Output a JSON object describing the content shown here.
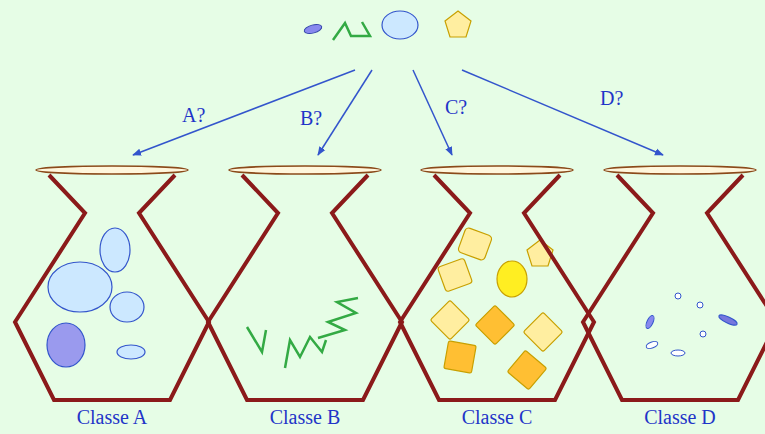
{
  "diagram": {
    "nodes": [
      {
        "text": []
      },
      {
        "text": [
          "Classe A"
        ]
      },
      {
        "text": [
          "Classe B"
        ]
      },
      {
        "text": [
          "Classe C"
        ]
      },
      {
        "text": [
          "Classe D"
        ]
      }
    ],
    "edges": [
      {
        "from": 0,
        "to": 1,
        "arrow": "to",
        "label": "A?"
      },
      {
        "from": 0,
        "to": 2,
        "arrow": "to",
        "label": "B?"
      },
      {
        "from": 0,
        "to": 3,
        "arrow": "to",
        "label": "C?"
      },
      {
        "from": 0,
        "to": 4,
        "arrow": "to",
        "label": "D?"
      }
    ]
  }
}
